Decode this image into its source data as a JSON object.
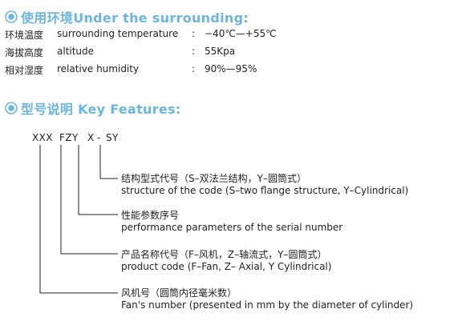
{
  "section1": {
    "title": "使用环境Under the surrounding:",
    "icon": "circle-icon",
    "accent": "#6bb6de",
    "rows": [
      {
        "cn": "环境温度",
        "en": "surrounding temperature",
        "sep": ":",
        "value": "−40℃—+55℃"
      },
      {
        "cn": "海拔高度",
        "en": "altitude",
        "sep": ":",
        "value": "55Kpa"
      },
      {
        "cn": "相对湿度",
        "en": "relative humidity",
        "sep": ":",
        "value": "90%—95%"
      }
    ]
  },
  "section2": {
    "title": "型号说明 Key Features:",
    "icon": "circle-icon",
    "code": {
      "p1": "XXX",
      "p2": "FZY",
      "p3": "X",
      "dash": "-",
      "p4": "SY"
    },
    "items": [
      {
        "cn": "结构型式代号（S–双法兰结构，Y–圆筒式）",
        "en": "structure of the code (S–two flange structure, Y–Cylindrical)"
      },
      {
        "cn": "性能参数序号",
        "en": "performance parameters of the serial number"
      },
      {
        "cn": "产品名称代号（F–风机，Z–轴流式，Y–圆筒式）",
        "en": "product code (F–Fan, Z– Axial, Y Cylindrical)"
      },
      {
        "cn": "风机号（圆筒内径毫米数）",
        "en": "Fan's number (presented in mm by the diameter of cylinder)"
      }
    ]
  }
}
